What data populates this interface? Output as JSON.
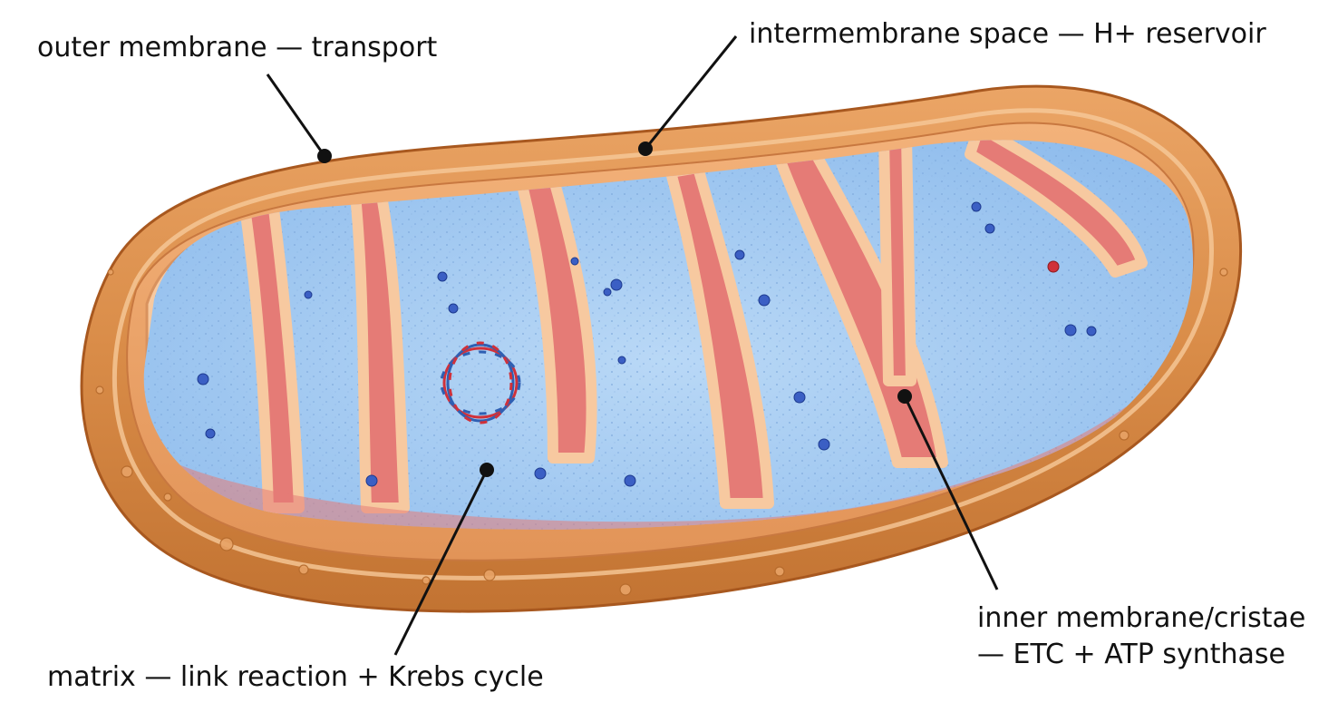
{
  "labels": {
    "outer_membrane": "outer membrane — transport",
    "intermembrane_space": "intermembrane space — H+ reservoir",
    "inner_membrane_line1": "inner membrane/cristae",
    "inner_membrane_line2": "— ETC + ATP synthase",
    "matrix": "matrix — link reaction + Krebs cycle"
  },
  "colors": {
    "outer_membrane": "#d68a4a",
    "outer_membrane_dark": "#b8662b",
    "outer_membrane_light": "#f0b57a",
    "intermembrane_space": "#e8a070",
    "inner_membrane_rim": "#f7c9a0",
    "cristae_wall": "#e77c78",
    "matrix": "#a9cdf2",
    "matrix_dark": "#7fb1e6",
    "granule": "#3b5fc4",
    "dna_red": "#d0313a",
    "dna_blue": "#2f5fb3",
    "leader": "#111111"
  }
}
